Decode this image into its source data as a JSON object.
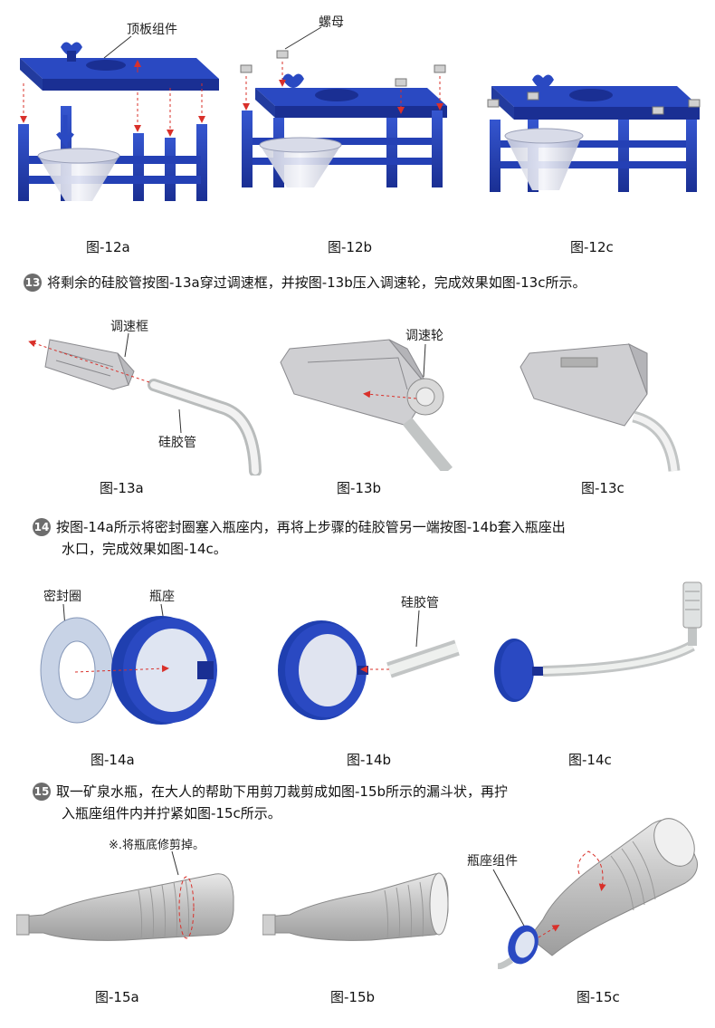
{
  "section12": {
    "captions": [
      "图-12a",
      "图-12b",
      "图-12c"
    ],
    "label_top_board": "顶板组件",
    "label_nut": "螺母"
  },
  "section13": {
    "number": "13",
    "text": "将剩余的硅胶管按图-13a穿过调速框，并按图-13b压入调速轮，完成效果如图-13c所示。",
    "label_frame": "调速框",
    "label_tube": "硅胶管",
    "label_wheel": "调速轮",
    "captions": [
      "图-13a",
      "图-13b",
      "图-13c"
    ]
  },
  "section14": {
    "number": "14",
    "text_line1": "按图-14a所示将密封圈塞入瓶座内，再将上步骤的硅胶管另一端按图-14b套入瓶座出",
    "text_line2": "水口，完成效果如图-14c。",
    "label_seal": "密封圈",
    "label_base": "瓶座",
    "label_tube": "硅胶管",
    "captions": [
      "图-14a",
      "图-14b",
      "图-14c"
    ]
  },
  "section15": {
    "number": "15",
    "text_line1": "取一矿泉水瓶，在大人的帮助下用剪刀裁剪成如图-15b所示的漏斗状，再拧",
    "text_line2": "入瓶座组件内并拧紧如图-15c所示。",
    "note_cut": "※.将瓶底修剪掉。",
    "label_base_assembly": "瓶座组件",
    "captions": [
      "图-15a",
      "图-15b",
      "图-15c"
    ]
  },
  "colors": {
    "frame_blue": "#1f3fb0",
    "arrow_red": "#d9302a",
    "badge_gray": "#6d6d6d"
  }
}
